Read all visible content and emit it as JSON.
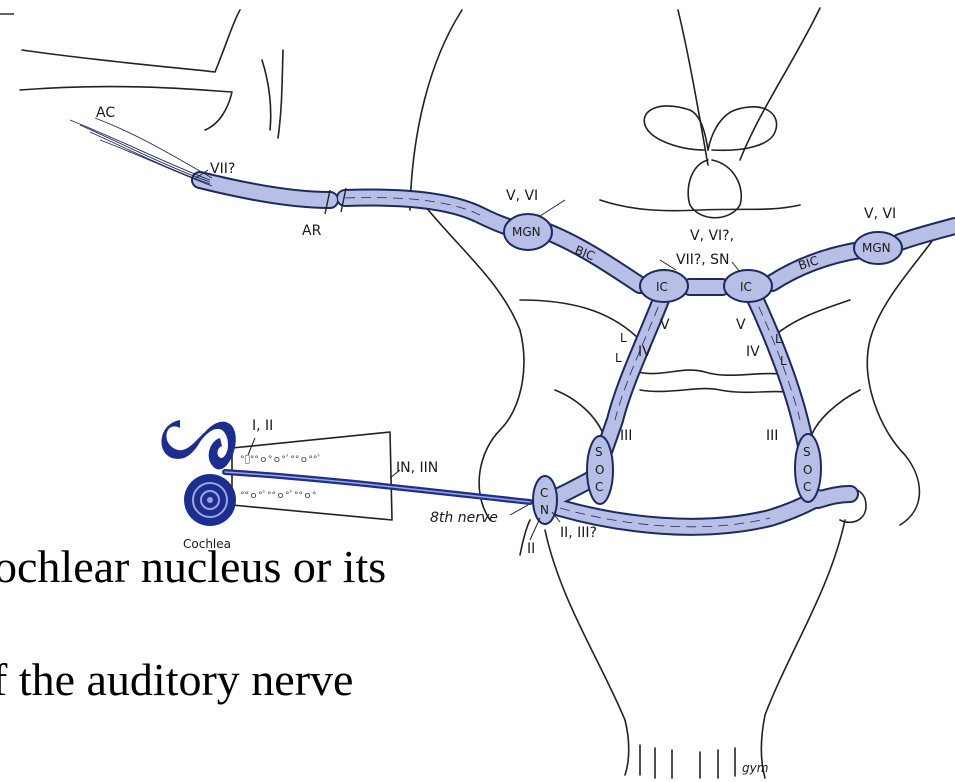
{
  "labels": {
    "ac": "AC",
    "vii_q": "VII?",
    "ar": "AR",
    "v_vi_left": "V, VI",
    "v_vi_right": "V, VI",
    "center_top": "V, VI?,",
    "center_bottom": "VII?, SN",
    "v_left": "V",
    "v_right": "V",
    "iv_left": "IV",
    "iv_right": "IV",
    "iii_left": "III",
    "iii_right": "III",
    "i_ii": "I, II",
    "in_iin": "IN, IIN",
    "eighth_nerve": "8th nerve",
    "ii_iii_q": "II, III?",
    "ii": "II",
    "cochlea": "Cochlea",
    "signature": "gym"
  },
  "nodes": {
    "mgn_left": "MGN",
    "mgn_right": "MGN",
    "bic_left": "BIC",
    "bic_right": "BIC",
    "ic_left": "IC",
    "ic_right": "IC",
    "ll_left_1": "L",
    "ll_left_2": "L",
    "ll_right_1": "L",
    "ll_right_2": "L",
    "soc_left_1": "S",
    "soc_left_2": "O",
    "soc_left_3": "C",
    "soc_right_1": "S",
    "soc_right_2": "O",
    "soc_right_3": "C",
    "cn_1": "C",
    "cn_2": "N"
  },
  "slide_text": {
    "line1": "ochlear nucleus or its",
    "line2": "f the auditory nerve"
  },
  "colors": {
    "tract_fill": "#b7bfe6",
    "tract_edge": "#1f2a5c",
    "nerve": "#1e2f8a",
    "cochlea": "#1c2d8f"
  }
}
